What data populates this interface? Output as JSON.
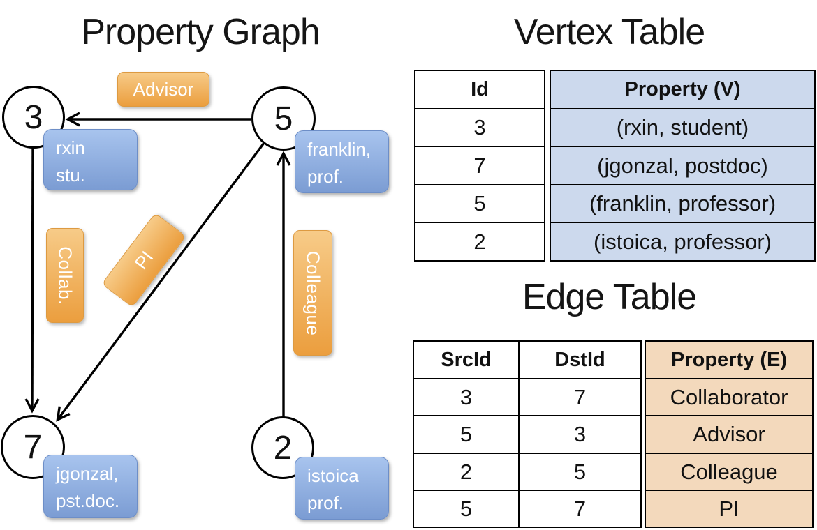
{
  "graph": {
    "title": "Property Graph",
    "nodes": [
      {
        "id": "3"
      },
      {
        "id": "5"
      },
      {
        "id": "7"
      },
      {
        "id": "2"
      }
    ],
    "vertex_labels": [
      {
        "line1": "rxin",
        "line2": "stu."
      },
      {
        "line1": "franklin,",
        "line2": "prof."
      },
      {
        "line1": "jgonzal,",
        "line2": "pst.doc."
      },
      {
        "line1": "istoica",
        "line2": "prof."
      }
    ],
    "edge_labels": {
      "advisor": "Advisor",
      "collab": "Collab.",
      "pi": "PI",
      "colleague": "Colleague"
    }
  },
  "vertex_table": {
    "title": "Vertex Table",
    "id_header": "Id",
    "property_header": "Property (V)",
    "rows": [
      {
        "id": "3",
        "property": "(rxin, student)"
      },
      {
        "id": "7",
        "property": "(jgonzal, postdoc)"
      },
      {
        "id": "5",
        "property": "(franklin, professor)"
      },
      {
        "id": "2",
        "property": "(istoica, professor)"
      }
    ]
  },
  "edge_table": {
    "title": "Edge Table",
    "src_header": "SrcId",
    "dst_header": "DstId",
    "property_header": "Property (E)",
    "rows": [
      {
        "src": "3",
        "dst": "7",
        "property": "Collaborator"
      },
      {
        "src": "5",
        "dst": "3",
        "property": "Advisor"
      },
      {
        "src": "2",
        "dst": "5",
        "property": "Colleague"
      },
      {
        "src": "5",
        "dst": "7",
        "property": "PI"
      }
    ]
  },
  "colors": {
    "vertex_table_fill": "#ccd9ed",
    "edge_table_fill": "#f3d9bc",
    "edge_label_orange_top": "#f7cb88",
    "edge_label_orange_bottom": "#eb9e3e",
    "vertex_label_blue_top": "#a8c4ee",
    "vertex_label_blue_bottom": "#7b9cd3",
    "line_color": "#000000"
  }
}
